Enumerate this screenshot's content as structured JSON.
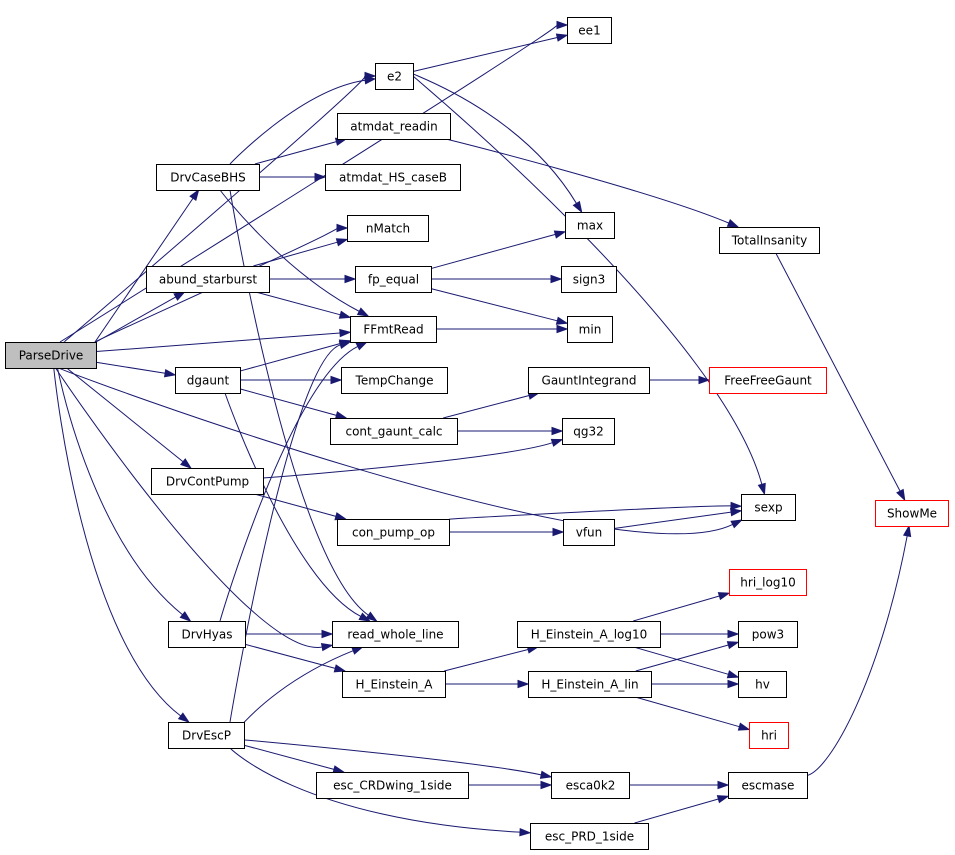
{
  "colors": {
    "edge": "#191970",
    "root_fill": "#bfbfbf",
    "node_border": "#000000",
    "incomplete_border": "#ff0000"
  },
  "nodes": {
    "ParseDrive": "ParseDrive",
    "ee1": "ee1",
    "e2": "e2",
    "DrvCaseBHS": "DrvCaseBHS",
    "atmdat_readin": "atmdat_readin",
    "atmdat_HS_caseB": "atmdat_HS_caseB",
    "nMatch": "nMatch",
    "max": "max",
    "TotalInsanity": "TotalInsanity",
    "abund_starburst": "abund_starburst",
    "fp_equal": "fp_equal",
    "sign3": "sign3",
    "FFmtRead": "FFmtRead",
    "min": "min",
    "dgaunt": "dgaunt",
    "TempChange": "TempChange",
    "GauntIntegrand": "GauntIntegrand",
    "FreeFreeGaunt": "FreeFreeGaunt",
    "cont_gaunt_calc": "cont_gaunt_calc",
    "qg32": "qg32",
    "DrvContPump": "DrvContPump",
    "sexp": "sexp",
    "ShowMe": "ShowMe",
    "con_pump_op": "con_pump_op",
    "vfun": "vfun",
    "hri_log10": "hri_log10",
    "DrvHyas": "DrvHyas",
    "read_whole_line": "read_whole_line",
    "H_Einstein_A_log10": "H_Einstein_A_log10",
    "pow3": "pow3",
    "H_Einstein_A": "H_Einstein_A",
    "H_Einstein_A_lin": "H_Einstein_A_lin",
    "hv": "hv",
    "DrvEscP": "DrvEscP",
    "hri": "hri",
    "esc_CRDwing_1side": "esc_CRDwing_1side",
    "esca0k2": "esca0k2",
    "escmase": "escmase",
    "esc_PRD_1side": "esc_PRD_1side"
  }
}
